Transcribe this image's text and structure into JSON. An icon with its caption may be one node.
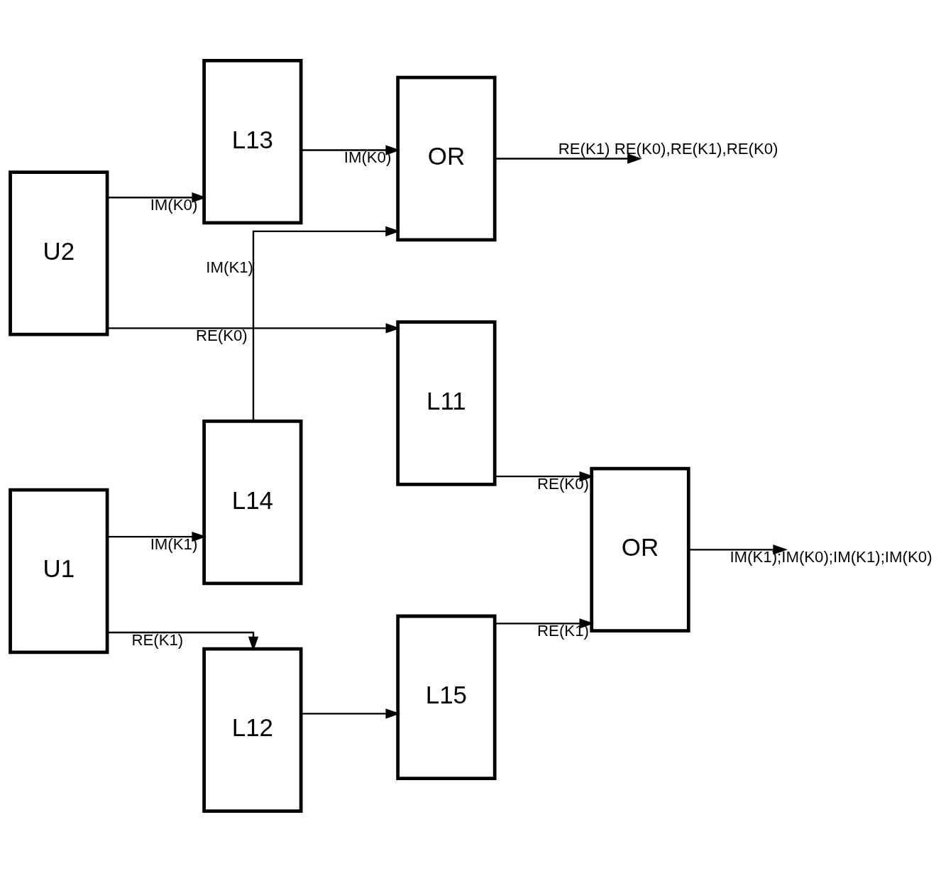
{
  "diagram": {
    "nodes": [
      {
        "text": [
          "U2"
        ]
      },
      {
        "text": [
          "L13"
        ]
      },
      {
        "text": [
          "L11"
        ]
      },
      {
        "text": [
          "OR"
        ]
      },
      {
        "text": [
          "U1"
        ]
      },
      {
        "text": [
          "L12"
        ]
      },
      {
        "text": [
          "L15"
        ]
      },
      {
        "text": [
          "OR"
        ]
      },
      {
        "text": [
          "L14"
        ]
      }
    ],
    "edges": [
      {
        "from": 0,
        "to": 1,
        "arrow": "to",
        "label": "IM(K0)"
      },
      {
        "from": 0,
        "to": 2,
        "arrow": "to",
        "label": "RE(K0)"
      },
      {
        "from": 1,
        "to": 3,
        "arrow": "to",
        "label": "IM(K0)"
      },
      {
        "from": 2,
        "to": 7,
        "arrow": "to",
        "label": "RE(K0)"
      },
      {
        "from": 8,
        "to": 3,
        "arrow": "to",
        "label": "IM(K1)"
      },
      {
        "from": 4,
        "to": 5,
        "arrow": "to",
        "label": "RE(K1)"
      },
      {
        "from": 4,
        "to": 8,
        "arrow": "to",
        "label": "IM(K1)"
      },
      {
        "from": 5,
        "to": 6,
        "arrow": "to"
      },
      {
        "from": 6,
        "to": 7,
        "arrow": "to",
        "label": "RE(K1)"
      },
      {
        "from": 3,
        "to": null,
        "arrow": "to",
        "label": "RE(K1) RE(K0),RE(K1),RE(K0)"
      },
      {
        "from": 7,
        "to": null,
        "arrow": "to",
        "label": "IM(K1);IM(K0);IM(K1);IM(K0)"
      }
    ]
  }
}
